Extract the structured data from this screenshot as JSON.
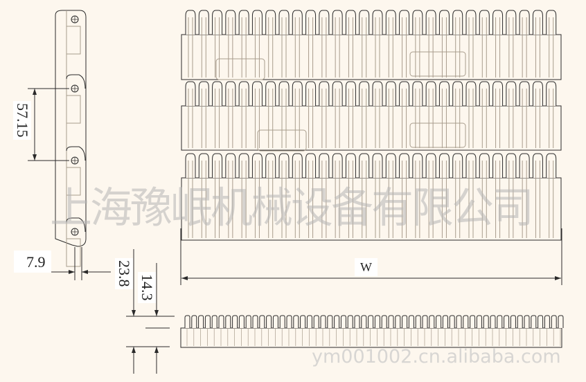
{
  "drawing": {
    "dimensions": {
      "pitch": "57.15",
      "offset": "7.9",
      "total_height": "23.8",
      "upper_height": "14.3",
      "width": "W"
    },
    "watermark_company": "上海豫岷机械设备有限公司",
    "watermark_url": "ym001002.cn.alibaba.com",
    "colors": {
      "background": "#fdf7ee",
      "line": "#2a2a2a",
      "inner_line": "#a89c8c"
    }
  }
}
